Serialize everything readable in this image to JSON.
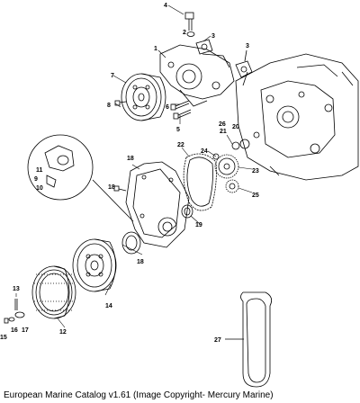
{
  "diagram": {
    "callouts": {
      "n1": "1",
      "n2": "2",
      "n3": "3",
      "n4": "4",
      "n5": "5",
      "n6": "6",
      "n7": "7",
      "n8": "8",
      "n9": "9",
      "n10": "10",
      "n11": "11",
      "n12": "12",
      "n13": "13",
      "n14": "14",
      "n15": "15",
      "n16": "16",
      "n17": "17",
      "n18": "18",
      "n19": "19",
      "n20": "20",
      "n21": "21",
      "n22": "22",
      "n23": "23",
      "n24": "24",
      "n25": "25",
      "n26": "26",
      "n27": "27"
    }
  },
  "footer": {
    "caption": "European Marine Catalog v1.61 (Image Copyright- Mercury Marine)"
  }
}
